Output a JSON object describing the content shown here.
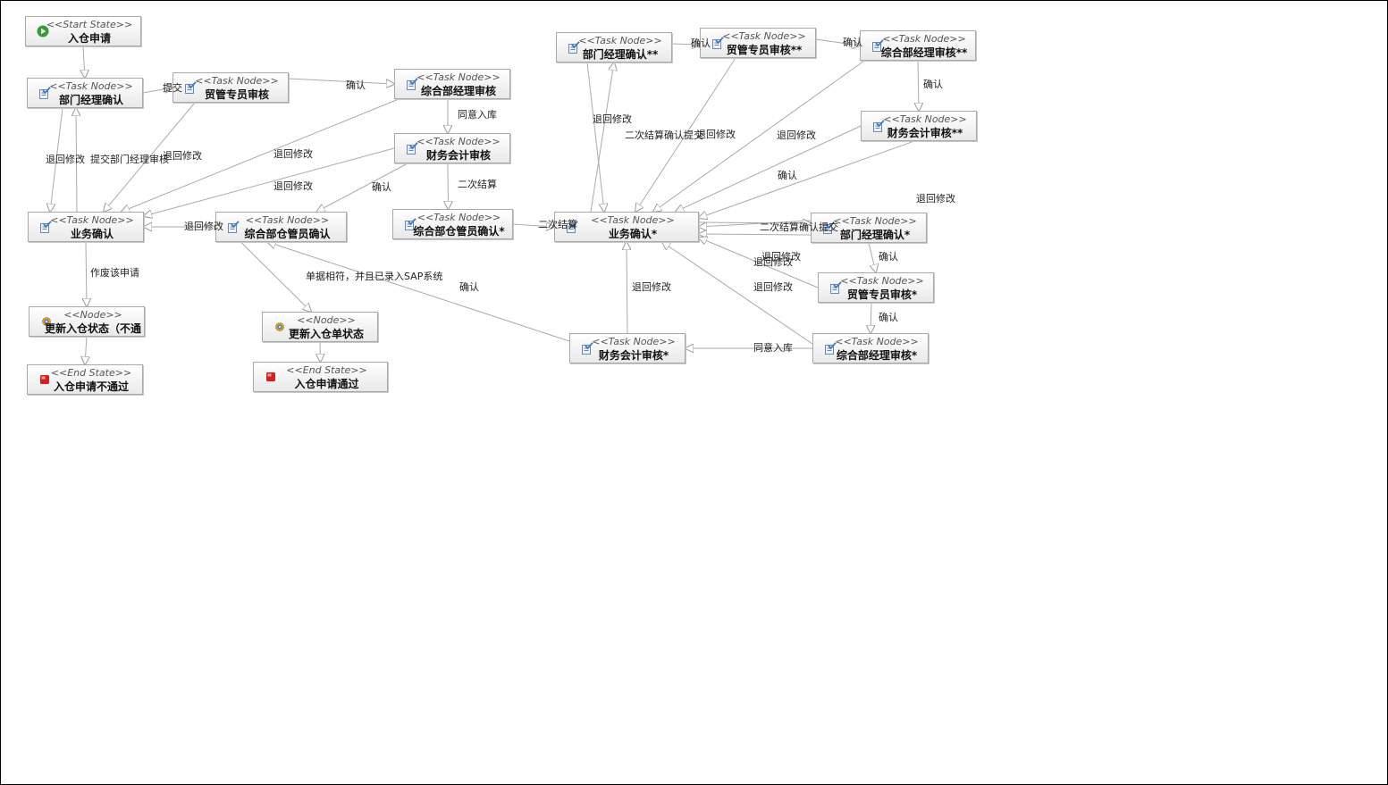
{
  "colors": {
    "edge": "#aaaaaa",
    "node_border": "#a9a9a9",
    "start_icon": "#3a9a3a",
    "end_icon": "#d42020",
    "task_icon": "#3a7ac8",
    "node_icon": "#d9a020"
  },
  "nodes": [
    {
      "id": "start",
      "type": "start",
      "icon": "play-icon",
      "stereotype": "<<Start State>>",
      "label": "入仓申请"
    },
    {
      "id": "dept1",
      "type": "task",
      "icon": "task-icon",
      "stereotype": "<<Task Node>>",
      "label": "部门经理确认"
    },
    {
      "id": "trade1",
      "type": "task",
      "icon": "task-icon",
      "stereotype": "<<Task Node>>",
      "label": "贸管专员审核"
    },
    {
      "id": "gm1",
      "type": "task",
      "icon": "task-icon",
      "stereotype": "<<Task Node>>",
      "label": "综合部经理审核"
    },
    {
      "id": "fin1",
      "type": "task",
      "icon": "task-icon",
      "stereotype": "<<Task Node>>",
      "label": "财务会计审核"
    },
    {
      "id": "biz1",
      "type": "task",
      "icon": "task-icon",
      "stereotype": "<<Task Node>>",
      "label": "业务确认"
    },
    {
      "id": "wh1",
      "type": "task",
      "icon": "task-icon",
      "stereotype": "<<Task Node>>",
      "label": "综合部仓管员确认"
    },
    {
      "id": "wh2",
      "type": "task",
      "icon": "task-icon",
      "stereotype": "<<Task Node>>",
      "label": "综合部仓管员确认*"
    },
    {
      "id": "upd_fail",
      "type": "node",
      "icon": "gear-icon",
      "stereotype": "<<Node>>",
      "label": "更新入仓状态（不通"
    },
    {
      "id": "end_fail",
      "type": "end",
      "icon": "stop-icon",
      "stereotype": "<<End State>>",
      "label": "入仓申请不通过"
    },
    {
      "id": "upd_ok",
      "type": "node",
      "icon": "gear-icon",
      "stereotype": "<<Node>>",
      "label": "更新入仓单状态"
    },
    {
      "id": "end_ok",
      "type": "end",
      "icon": "stop-icon",
      "stereotype": "<<End State>>",
      "label": "入仓申请通过"
    },
    {
      "id": "dept3",
      "type": "task",
      "icon": "task-icon",
      "stereotype": "<<Task Node>>",
      "label": "部门经理确认**"
    },
    {
      "id": "trade3",
      "type": "task",
      "icon": "task-icon",
      "stereotype": "<<Task Node>>",
      "label": "贸管专员审核**"
    },
    {
      "id": "gm3",
      "type": "task",
      "icon": "task-icon",
      "stereotype": "<<Task Node>>",
      "label": "综合部经理审核**"
    },
    {
      "id": "fin3",
      "type": "task",
      "icon": "task-icon",
      "stereotype": "<<Task Node>>",
      "label": "财务会计审核**"
    },
    {
      "id": "biz2",
      "type": "task",
      "icon": "task-icon",
      "stereotype": "<<Task Node>>",
      "label": "业务确认*"
    },
    {
      "id": "dept2",
      "type": "task",
      "icon": "task-icon",
      "stereotype": "<<Task Node>>",
      "label": "部门经理确认*"
    },
    {
      "id": "trade2",
      "type": "task",
      "icon": "task-icon",
      "stereotype": "<<Task Node>>",
      "label": "贸管专员审核*"
    },
    {
      "id": "fin2",
      "type": "task",
      "icon": "task-icon",
      "stereotype": "<<Task Node>>",
      "label": "财务会计审核*"
    },
    {
      "id": "gm2",
      "type": "task",
      "icon": "task-icon",
      "stereotype": "<<Task Node>>",
      "label": "综合部经理审核*"
    }
  ],
  "edge_labels": [
    "提交",
    "确认",
    "同意入库",
    "退回修改",
    "提交部门经理审核",
    "退回修改",
    "退回修改",
    "退回修改",
    "确认",
    "二次结算",
    "退回修改",
    "作废该申请",
    "单据相符，并且已录入SAP系统",
    "确认",
    "二次结算",
    "确认",
    "确认",
    "确认",
    "退回修改",
    "二次结算确认提交",
    "退回修改",
    "退回修改",
    "确认",
    "退回修改",
    "二次结算确认提交",
    "退回修改",
    "退回修改",
    "确认",
    "确认",
    "退回修改",
    "退回修改",
    "同意入库"
  ]
}
